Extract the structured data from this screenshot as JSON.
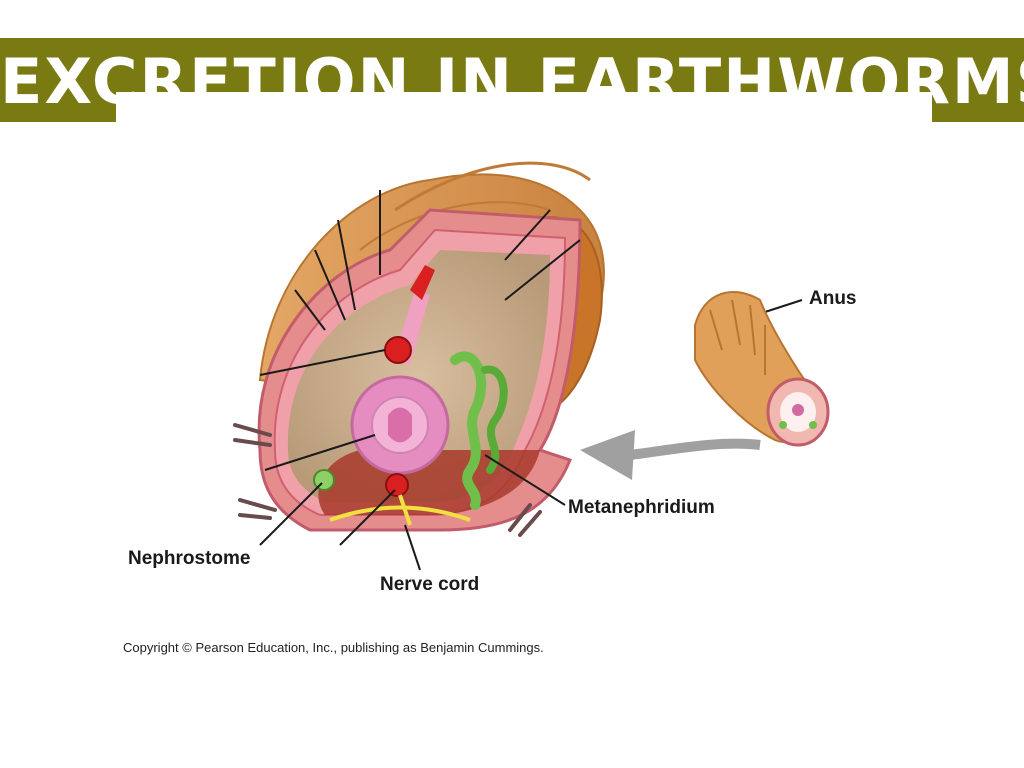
{
  "slide": {
    "title": "EXCRETION IN EARTHWORMS"
  },
  "colors": {
    "title_bar": "#7a7a12",
    "title_text": "#ffffff"
  },
  "diagram": {
    "labels": {
      "anus": "Anus",
      "metanephridium": "Metanephridium",
      "nephrostome": "Nephrostome",
      "nerve_cord": "Nerve cord"
    },
    "copyright": "Copyright © Pearson Education, Inc., publishing as Benjamin Cummings."
  }
}
